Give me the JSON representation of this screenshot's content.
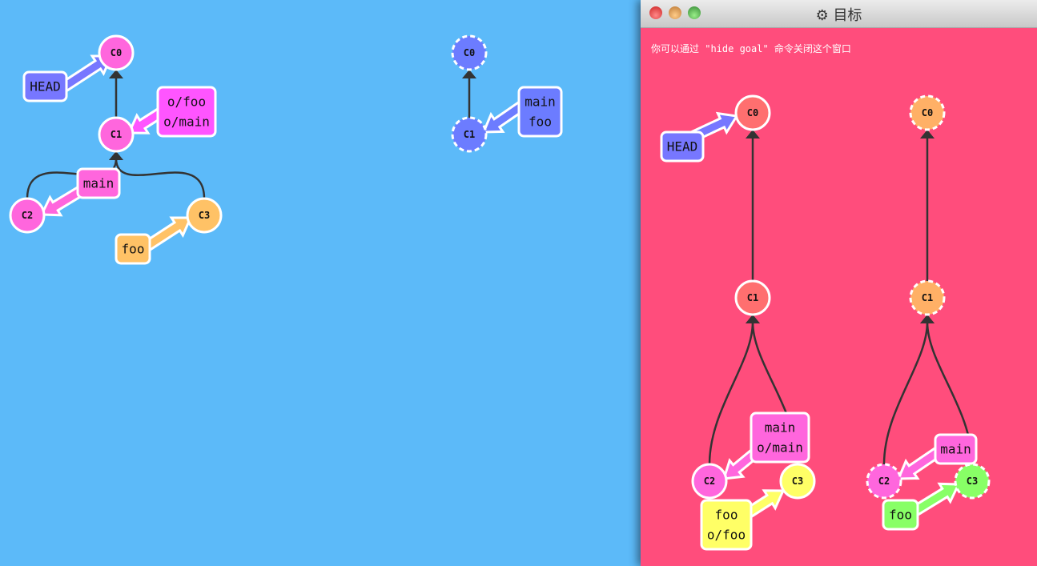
{
  "goal_window": {
    "title": "目标",
    "title_icon": "gear-icon",
    "hint": "你可以通过 \"hide goal\" 命令关闭这个窗口"
  },
  "local_repo": {
    "commits": [
      "C0",
      "C1",
      "C2",
      "C3"
    ],
    "branches": {
      "head": "HEAD",
      "remote_tracking": [
        "o/foo",
        "o/main"
      ],
      "main": "main",
      "foo": "foo"
    }
  },
  "origin_repo": {
    "commits": [
      "C0",
      "C1"
    ],
    "branches": [
      "main",
      "foo"
    ]
  },
  "goal_local": {
    "commits": [
      "C0",
      "C1",
      "C2",
      "C3"
    ],
    "branches": {
      "head": "HEAD",
      "main": [
        "main",
        "o/main"
      ],
      "foo": [
        "foo",
        "o/foo"
      ]
    }
  },
  "goal_origin": {
    "commits": [
      "C0",
      "C1",
      "C2",
      "C3"
    ],
    "branches": {
      "main": "main",
      "foo": "foo"
    }
  },
  "colors": {
    "background": "#5cbaf9",
    "goal_bg": "#ff4d7c",
    "head": "#7777ff",
    "pink": "#ff66dd",
    "magenta": "#ff55ff",
    "orange": "#ffc266",
    "origin_blue": "#6c7cff",
    "red": "#ff6f6f",
    "goal_orange": "#ffb066",
    "yellow": "#ffff66",
    "green": "#88ff66"
  }
}
